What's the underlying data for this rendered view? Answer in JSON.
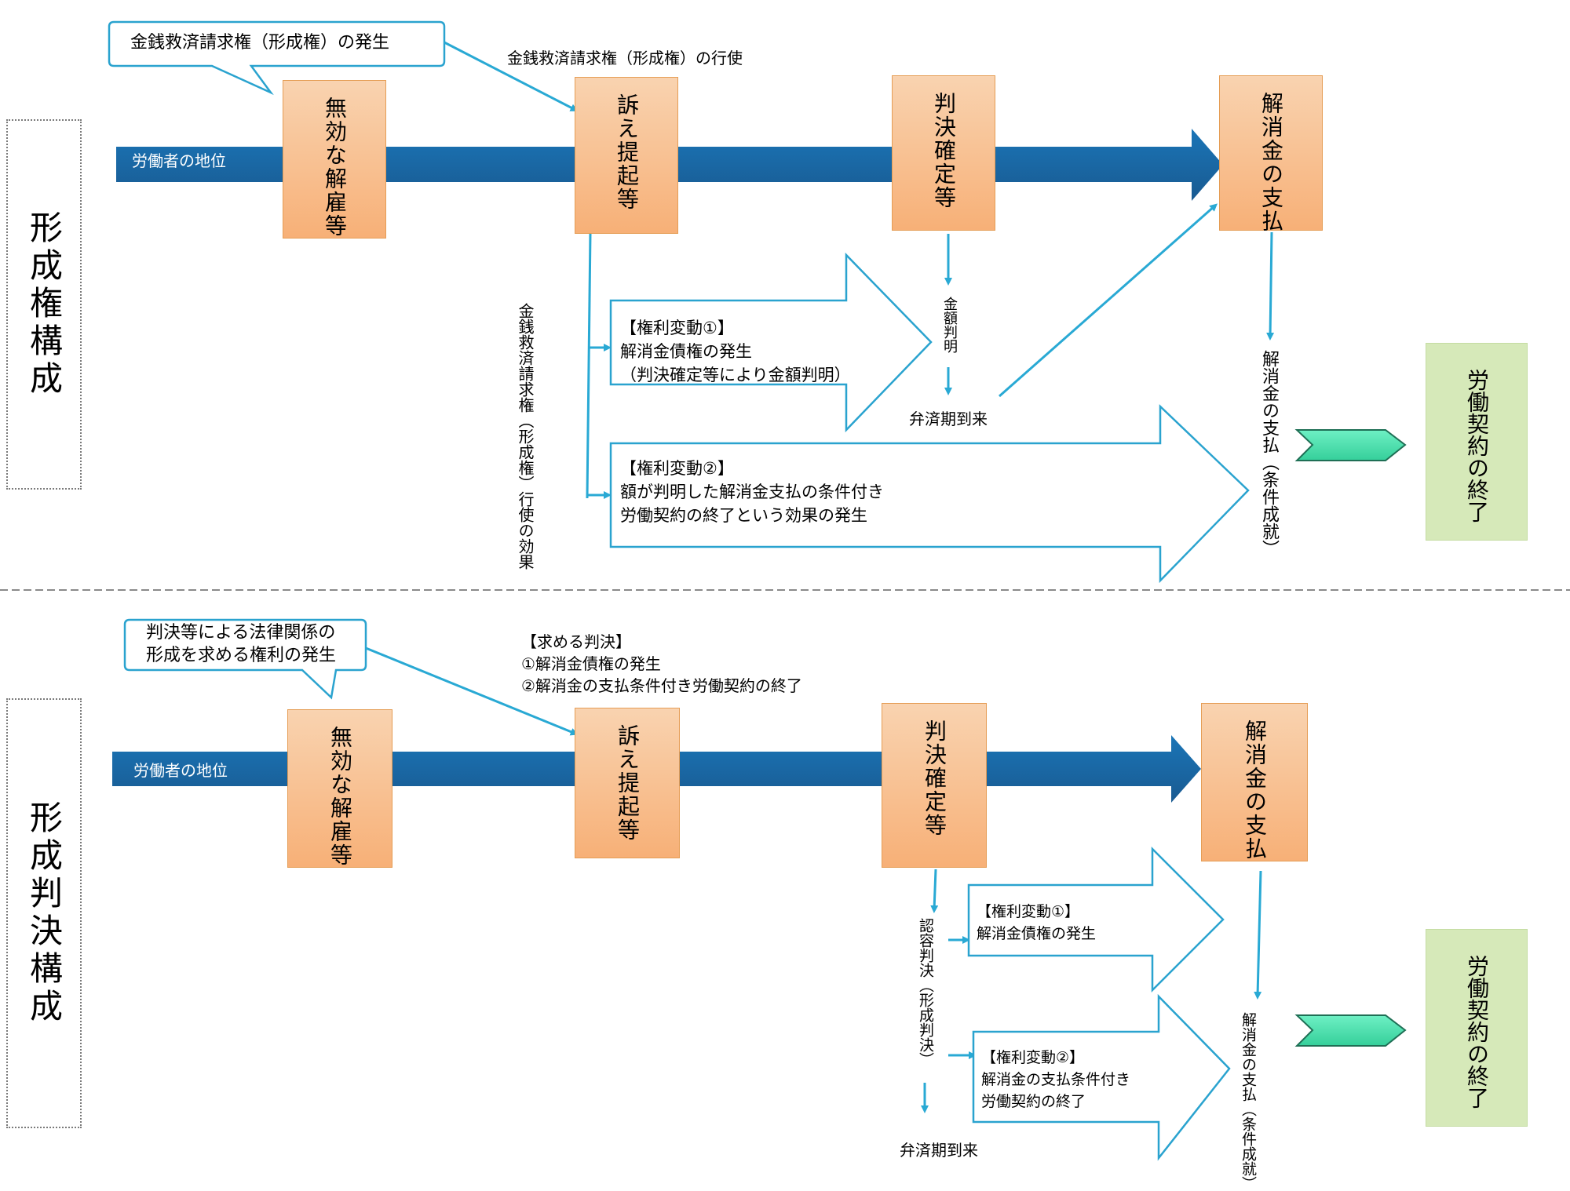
{
  "top": {
    "side_label": "形成権構成",
    "bubble": "金銭救済請求権（形成権）の発生",
    "exercise_label": "金銭救済請求権（形成権）の行使",
    "bar_label": "労働者の地位",
    "box_dismissal": "無効な解雇等",
    "box_suit": "訴え提起等",
    "box_judgment": "判決確定等",
    "box_payment": "解消金の支払",
    "vertical_effect": "金銭救済請求権（形成権）行使の効果",
    "vertical_amount": "金額判明",
    "due_label": "弁済期到来",
    "change1": [
      "【権利変動①】",
      "解消金債権の発生",
      "（判決確定等により金額判明）"
    ],
    "change2": [
      "【権利変動②】",
      "額が判明した解消金支払の条件付き",
      "労働契約の終了という効果の発生"
    ],
    "vertical_condition": "解消金の支払（条件成就）",
    "end_box": "労働契約の終了"
  },
  "bottom": {
    "side_label": "形成判決構成",
    "bubble": [
      "判決等による法律関係の",
      "形成を求める権利の発生"
    ],
    "seek_judgment": [
      "【求める判決】",
      "①解消金債権の発生",
      "②解消金の支払条件付き労働契約の終了"
    ],
    "bar_label": "労働者の地位",
    "box_dismissal": "無効な解雇等",
    "box_suit": "訴え提起等",
    "box_judgment": "判決確定等",
    "box_payment": "解消金の支払",
    "vertical_approval": "認容判決（形成判決）",
    "change1": [
      "【権利変動①】",
      "解消金債権の発生"
    ],
    "change2": [
      "【権利変動②】",
      "解消金の支払条件付き",
      "労働契約の終了"
    ],
    "due_label": "弁済期到来",
    "vertical_condition": "解消金の支払（条件成就）",
    "end_box": "労働契約の終了"
  },
  "colors": {
    "bar": "#1c6aa8",
    "orange_box": "#f7b077",
    "green_box": "#d6e9b9",
    "cyan": "#29a9d4",
    "chevron": "#4fdfb0"
  }
}
